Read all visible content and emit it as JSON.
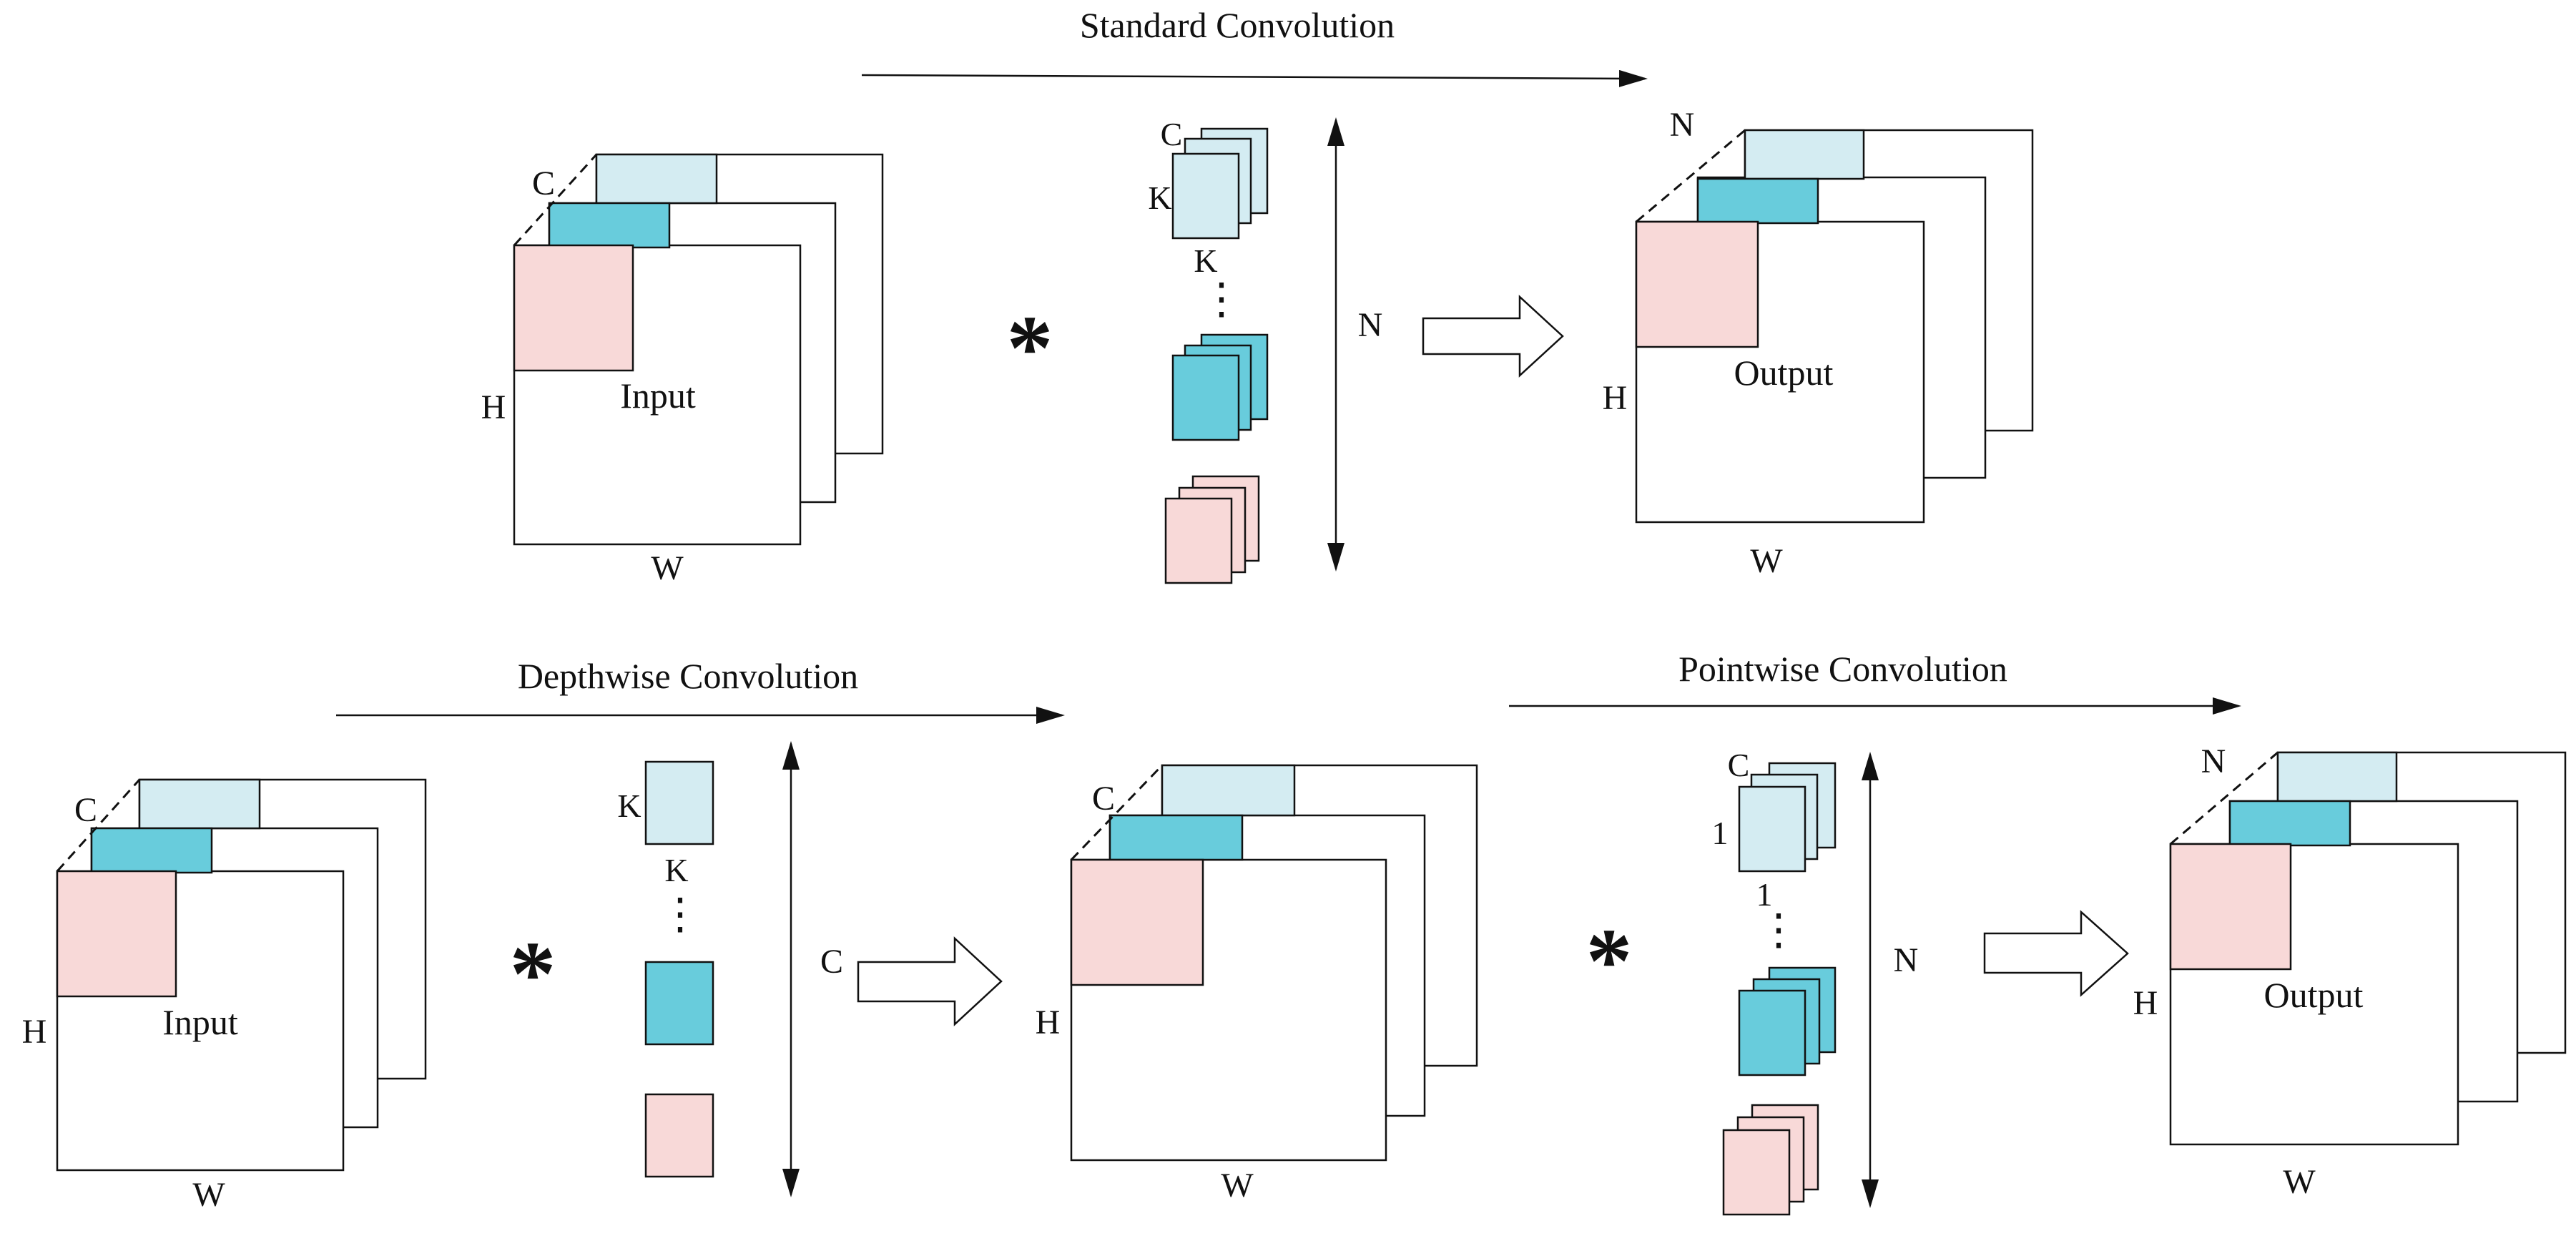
{
  "colors": {
    "light_blue": "#d4ecf2",
    "teal": "#68ccdc",
    "pink": "#f8d9d8",
    "white": "#ffffff",
    "stroke": "#111111"
  },
  "standard": {
    "title": "Standard Convolution",
    "input": {
      "channels": "C",
      "height": "H",
      "width": "W",
      "name": "Input"
    },
    "operator": "*",
    "kernels": {
      "depth": "C",
      "size_v": "K",
      "size_h": "K",
      "dots": "⋮",
      "count": "N"
    },
    "output": {
      "channels": "N",
      "height": "H",
      "width": "W",
      "name": "Output"
    }
  },
  "depthwise": {
    "title": "Depthwise Convolution",
    "input": {
      "channels": "C",
      "height": "H",
      "width": "W",
      "name": "Input"
    },
    "operator": "*",
    "kernels": {
      "size_v": "K",
      "size_h": "K",
      "dots": "⋮",
      "count": "C"
    },
    "output": {
      "channels": "C",
      "height": "H",
      "width": "W"
    }
  },
  "pointwise": {
    "title": "Pointwise Convolution",
    "operator": "*",
    "kernels": {
      "depth": "C",
      "size_v": "1",
      "size_h": "1",
      "dots": "⋮",
      "count": "N"
    },
    "output": {
      "channels": "N",
      "height": "H",
      "width": "W",
      "name": "Output"
    }
  }
}
